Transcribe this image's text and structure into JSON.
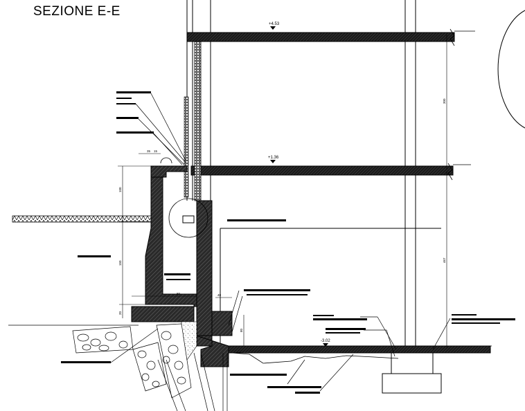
{
  "drawing": {
    "title": "SEZIONE E-E",
    "levels": {
      "top_floor": "+4.53",
      "first_floor": "+1.36",
      "basement_floor": "-3.02"
    },
    "dimensions": {
      "upper_storey": "300",
      "lower_storey": "467",
      "wall_height_upper": "100",
      "wall_height_lower": "150",
      "parapet": "20",
      "footing_width": "80",
      "small_a": "35",
      "small_b": "15",
      "small_c": "40",
      "small_d": "80"
    }
  }
}
